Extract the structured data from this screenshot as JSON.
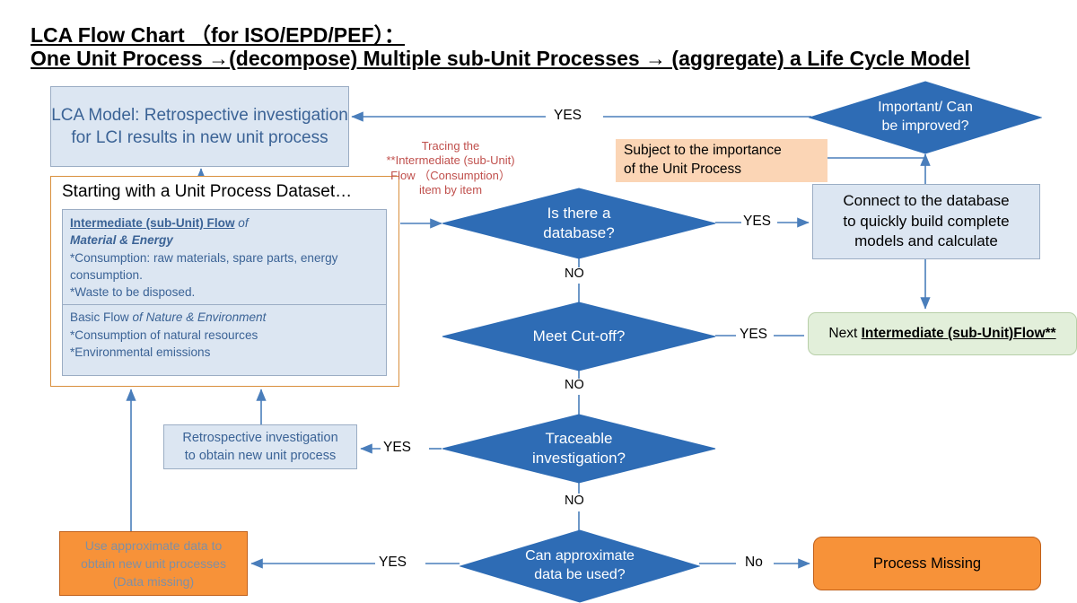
{
  "title": {
    "line1": "LCA Flow Chart （for ISO/EPD/PEF）：",
    "line2": "One Unit Process →(decompose) Multiple sub-Unit Processes → (aggregate) a Life Cycle Model"
  },
  "colors": {
    "diamond_fill": "#2e6cb5",
    "process_fill": "#dce6f2",
    "process_border": "#9badc4",
    "note_orange": "#fbd5b5",
    "group_border": "#d98f3c",
    "green_fill": "#e2efda",
    "orange_fill": "#f79239",
    "connector": "#4a7ebb",
    "annotation_text": "#c0504d",
    "process_text": "#3b6396"
  },
  "nodes": {
    "lca_model": "LCA Model: Retrospective investigation for LCI results in new unit process",
    "dataset_group": {
      "heading": "Starting with a Unit Process Dataset…",
      "intermediate_head_bold": "Intermediate (sub-Unit) Flow",
      "intermediate_head_italic": " of",
      "intermediate_sub": "Material & Energy",
      "intermediate_line1": "*Consumption: raw materials, spare parts, energy consumption.",
      "intermediate_line2": "*Waste to be disposed.",
      "basic_head_plain": "Basic Flow ",
      "basic_head_italic": "of Nature & Environment",
      "basic_line1": "*Consumption of natural resources",
      "basic_line2": "*Environmental emissions"
    },
    "important_diamond": "Important/ Can be improved?",
    "important_diamond_l1": "Important/ Can",
    "important_diamond_l2": "be improved?",
    "note_subject": "Subject to the importance of the Unit Process",
    "note_subject_l1": "Subject to the importance",
    "note_subject_l2": "of the Unit Process",
    "connect_db": "Connect to the database to quickly build complete models and calculate",
    "connect_db_l1": "Connect to the database",
    "connect_db_l2": "to quickly build complete",
    "connect_db_l3": "models and calculate",
    "database_diamond_l1": "Is there a",
    "database_diamond_l2": "database?",
    "cutoff_diamond": "Meet Cut-off?",
    "next_flow_prefix": "Next ",
    "next_flow_bold": "Intermediate (sub-Unit)Flow**",
    "traceable_diamond_l1": "Traceable",
    "traceable_diamond_l2": "investigation?",
    "retro_box_l1": "Retrospective investigation",
    "retro_box_l2": "to obtain new unit process",
    "approx_diamond_l1": "Can approximate",
    "approx_diamond_l2": "data be used?",
    "use_approx_l1": "Use approximate data to",
    "use_approx_l2": "obtain new unit processes",
    "use_approx_l3": "(Data missing)",
    "process_missing": "Process Missing"
  },
  "annotations": {
    "tracing_l1": "Tracing the",
    "tracing_l2": "**Intermediate (sub-Unit)",
    "tracing_l3": "Flow （Consumption）",
    "tracing_l4": "item by item"
  },
  "edge_labels": {
    "yes_top": "YES",
    "yes_database": "YES",
    "no_database": "NO",
    "yes_cutoff": "YES",
    "no_cutoff": "NO",
    "yes_traceable": "YES",
    "no_traceable": "NO",
    "yes_approx": "YES",
    "no_approx": "No"
  }
}
